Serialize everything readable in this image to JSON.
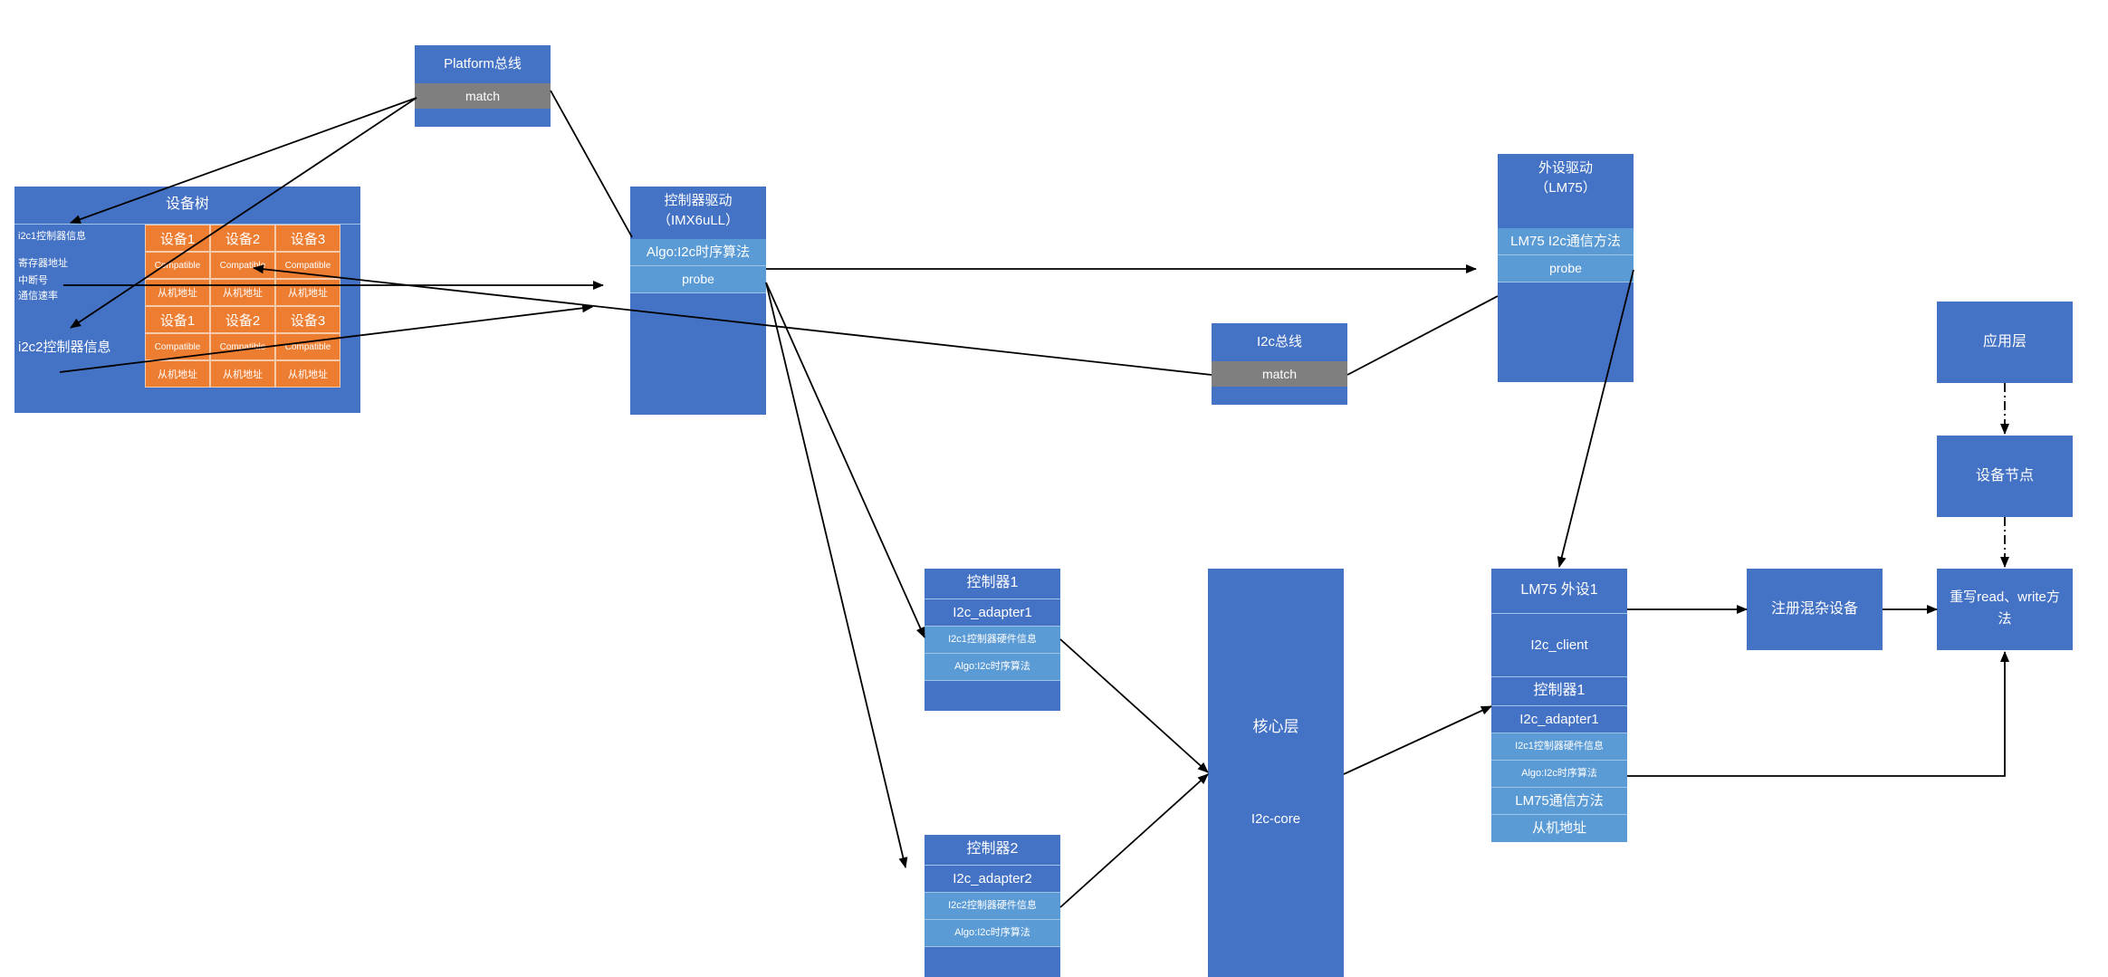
{
  "platform_bus": {
    "title": "Platform总线",
    "match": "match"
  },
  "device_tree": {
    "title": "设备树",
    "i2c1_info": "i2c1控制器信息",
    "i2c1_details": [
      "寄存器地址",
      "中断号",
      "通信速率"
    ],
    "i2c2_info": "i2c2控制器信息",
    "devices": [
      "设备1",
      "设备2",
      "设备3"
    ],
    "compatible": "Compatible",
    "slave_addr": "从机地址"
  },
  "controller_driver": {
    "title_line1": "控制器驱动",
    "title_line2": "（IMX6uLL）",
    "algo": "Algo:I2c时序算法",
    "probe": "probe"
  },
  "i2c_bus": {
    "title": "I2c总线",
    "match": "match"
  },
  "peripheral_driver": {
    "title_line1": "外设驱动",
    "title_line2": "（LM75）",
    "comm": "LM75 I2c通信方法",
    "probe": "probe"
  },
  "controller1": {
    "title": "控制器1",
    "adapter": "I2c_adapter1",
    "hw": "I2c1控制器硬件信息",
    "algo": "Algo:I2c时序算法"
  },
  "controller2": {
    "title": "控制器2",
    "adapter": "I2c_adapter2",
    "hw": "I2c2控制器硬件信息",
    "algo": "Algo:I2c时序算法"
  },
  "core": {
    "title": "核心层",
    "subtitle": "I2c-core"
  },
  "lm75_device": {
    "title": "LM75 外设1",
    "client": "I2c_client",
    "controller": "控制器1",
    "adapter": "I2c_adapter1",
    "hw": "I2c1控制器硬件信息",
    "algo": "Algo:I2c时序算法",
    "comm": "LM75通信方法",
    "slave": "从机地址"
  },
  "misc_device": {
    "label": "注册混杂设备"
  },
  "app_layer": {
    "label": "应用层"
  },
  "device_node": {
    "label": "设备节点"
  },
  "rw_method": {
    "line1": "重写read、write方",
    "line2": "法"
  }
}
